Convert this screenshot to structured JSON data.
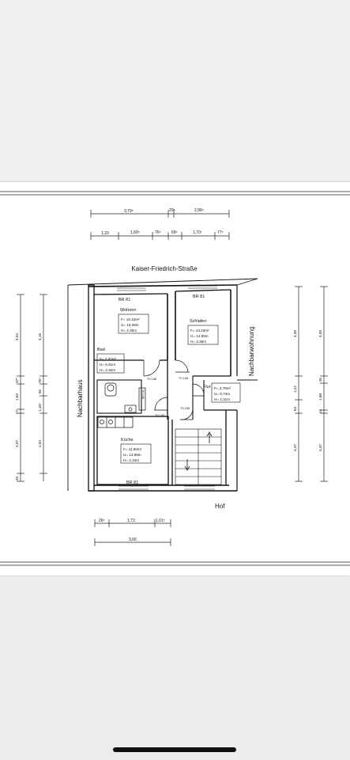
{
  "plan": {
    "street": "Kaiser-Friedrich-Straße",
    "neighbor_left": "Nachbarhaus",
    "neighbor_right": "Nachbarwohnung",
    "courtyard": "Hof",
    "rooms": [
      {
        "id": "wohnen",
        "name": "Wohnen",
        "f": "F= 16.10m²",
        "u": "U= 16.39m",
        "h": "H= 2.36m",
        "window": "BR 81"
      },
      {
        "id": "schlafen",
        "name": "Schlafen",
        "f": "F= 13.23m²",
        "u": "U= 14.85m",
        "h": "H= 2.36m",
        "window": "BR 81"
      },
      {
        "id": "bad",
        "name": "Bad",
        "f": "F= 2.97m²",
        "u": "U= 6.91m",
        "h": "H= 2.32m"
      },
      {
        "id": "flur",
        "name": "Flur",
        "f": "F= 3.78m²",
        "u": "U= 8.74m",
        "h": "H= 2.31m"
      },
      {
        "id": "kueche",
        "name": "Küche",
        "f": "F= 11.90m²",
        "u": "U= 13.86m",
        "h": "H= 2.34m",
        "window": "BR 81"
      }
    ],
    "door_labels": [
      "TH 1.88",
      "TH 1.88",
      "TH 1.88",
      "TH 1.88",
      "TH 1.88"
    ],
    "dims_top_row1": [
      "3,79⁵",
      "20⁵",
      "2,96⁵"
    ],
    "dims_top_row2": [
      "1,33",
      "1,69⁵",
      "76⁵",
      "69⁵",
      "1,70⁷",
      "77⁵"
    ],
    "dims_bottom_row1": [
      "26⁵",
      "1,73",
      "1,01⁵"
    ],
    "dims_bottom_row2": [
      "3,66"
    ],
    "dims_left_outer": [
      "4,04",
      "37⁵",
      "1,63",
      "17",
      "3,37",
      "33"
    ],
    "dims_left_inner": [
      "4,18",
      "75⁵",
      "65",
      "1,18⁵",
      "2,94"
    ],
    "dims_right_inner": [
      "4,49",
      "1,22",
      "84",
      "3,37"
    ],
    "dims_right_outer": [
      "4,49",
      "35",
      "1,68",
      "14",
      "3,37"
    ]
  }
}
